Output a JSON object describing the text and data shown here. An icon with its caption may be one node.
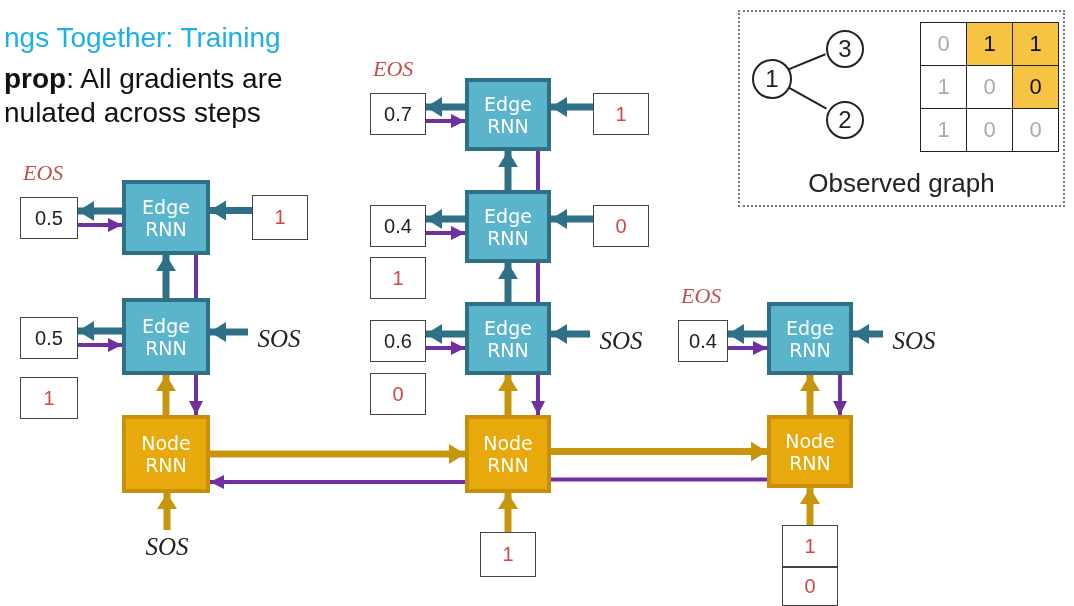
{
  "diagram": {
    "title": "ngs Together: Training",
    "nodes": [
      {
        "text": [
          "Edge RNN"
        ]
      },
      {
        "text": [
          "0.5"
        ],
        "beside": [
          "EOS"
        ]
      },
      {
        "text": [
          "1"
        ]
      },
      {
        "text": [
          "Edge RNN"
        ]
      },
      {
        "text": [
          "0.5"
        ]
      },
      {
        "text": [
          "1"
        ]
      },
      {
        "text": [
          "SOS"
        ]
      },
      {
        "text": [
          "Node RNN"
        ]
      },
      {
        "text": [
          "SOS"
        ]
      },
      {
        "text": [
          "Edge RNN"
        ]
      },
      {
        "text": [
          "0.7"
        ],
        "beside": [
          "EOS"
        ]
      },
      {
        "text": [
          "1"
        ]
      },
      {
        "text": [
          "Edge RNN"
        ]
      },
      {
        "text": [
          "0.4"
        ]
      },
      {
        "text": [
          "0"
        ]
      },
      {
        "text": [
          "1"
        ]
      },
      {
        "text": [
          "Edge RNN"
        ]
      },
      {
        "text": [
          "0.6"
        ]
      },
      {
        "text": [
          "SOS"
        ]
      },
      {
        "text": [
          "0"
        ]
      },
      {
        "text": [
          "Node RNN"
        ]
      },
      {
        "text": [
          "1"
        ]
      },
      {
        "text": [
          "Edge RNN"
        ]
      },
      {
        "text": [
          "0.4"
        ],
        "beside": [
          "EOS"
        ]
      },
      {
        "text": [
          "SOS"
        ]
      },
      {
        "text": [
          "Node RNN"
        ]
      },
      {
        "text": [
          "1"
        ]
      },
      {
        "text": [
          "0"
        ]
      },
      {
        "text": [
          "Observed graph"
        ]
      },
      {
        "text": [
          "1"
        ],
        "in": 28
      },
      {
        "text": [
          "3"
        ],
        "in": 28
      },
      {
        "text": [
          "2"
        ],
        "in": 28
      }
    ],
    "edges": [
      {
        "from": 0,
        "to": 1,
        "arrow": "to"
      },
      {
        "from": 2,
        "to": 0,
        "arrow": "to"
      },
      {
        "from": 3,
        "to": 4,
        "arrow": "to"
      },
      {
        "from": 6,
        "to": 3,
        "arrow": "to"
      },
      {
        "from": 3,
        "to": 0,
        "arrow": "to"
      },
      {
        "from": 7,
        "to": 3,
        "arrow": "to",
        "color": "#c8960c"
      },
      {
        "from": 8,
        "to": 7,
        "arrow": "to",
        "color": "#c8960c"
      },
      {
        "from": 9,
        "to": 10,
        "arrow": "to"
      },
      {
        "from": 11,
        "to": 9,
        "arrow": "to"
      },
      {
        "from": 12,
        "to": 13,
        "arrow": "to"
      },
      {
        "from": 14,
        "to": 12,
        "arrow": "to"
      },
      {
        "from": 12,
        "to": 9,
        "arrow": "to"
      },
      {
        "from": 16,
        "to": 17,
        "arrow": "to"
      },
      {
        "from": 18,
        "to": 16,
        "arrow": "to"
      },
      {
        "from": 16,
        "to": 12,
        "arrow": "to"
      },
      {
        "from": 20,
        "to": 16,
        "arrow": "to",
        "color": "#c8960c"
      },
      {
        "from": 21,
        "to": 20,
        "arrow": "to",
        "color": "#c8960c"
      },
      {
        "from": 22,
        "to": 23,
        "arrow": "to"
      },
      {
        "from": 24,
        "to": 22,
        "arrow": "to"
      },
      {
        "from": 25,
        "to": 22,
        "arrow": "to",
        "color": "#c8960c"
      },
      {
        "from": 26,
        "to": 25,
        "arrow": "to",
        "color": "#c8960c"
      },
      {
        "from": 7,
        "to": 20,
        "arrow": "to",
        "color": "#c8960c"
      },
      {
        "from": 20,
        "to": 25,
        "arrow": "to",
        "color": "#c8960c"
      },
      {
        "from": 1,
        "to": 0,
        "arrow": "to",
        "color": "#7030a0"
      },
      {
        "from": 4,
        "to": 3,
        "arrow": "to",
        "color": "#7030a0"
      },
      {
        "from": 10,
        "to": 9,
        "arrow": "to",
        "color": "#7030a0"
      },
      {
        "from": 13,
        "to": 12,
        "arrow": "to",
        "color": "#7030a0"
      },
      {
        "from": 17,
        "to": 16,
        "arrow": "to",
        "color": "#7030a0"
      },
      {
        "from": 23,
        "to": 22,
        "arrow": "to",
        "color": "#7030a0"
      },
      {
        "from": 0,
        "to": 3,
        "arrow": "none",
        "color": "#7030a0"
      },
      {
        "from": 3,
        "to": 7,
        "arrow": "to",
        "color": "#7030a0"
      },
      {
        "from": 9,
        "to": 12,
        "arrow": "none",
        "color": "#7030a0"
      },
      {
        "from": 12,
        "to": 16,
        "arrow": "none",
        "color": "#7030a0"
      },
      {
        "from": 16,
        "to": 20,
        "arrow": "to",
        "color": "#7030a0"
      },
      {
        "from": 22,
        "to": 25,
        "arrow": "to",
        "color": "#7030a0"
      },
      {
        "from": 25,
        "to": 20,
        "arrow": "none",
        "color": "#7030a0"
      },
      {
        "from": 20,
        "to": 7,
        "arrow": "to",
        "color": "#7030a0"
      },
      {
        "from": 29,
        "to": 30,
        "arrow": "none",
        "color": "#222222"
      },
      {
        "from": 29,
        "to": 31,
        "arrow": "none",
        "color": "#222222"
      }
    ],
    "labels": [
      "**prop**: All gradients are nulated across steps",
      "0",
      "1",
      "1",
      "1",
      "0",
      "0",
      "1",
      "0",
      "0"
    ]
  }
}
